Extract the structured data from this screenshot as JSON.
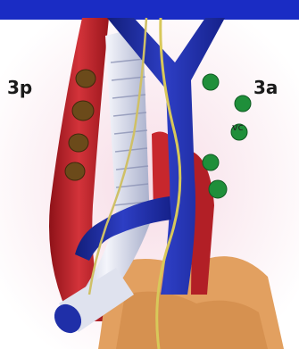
{
  "labels": {
    "left_region": "3p",
    "right_region": "3a",
    "vessel_tag": "vc"
  },
  "colors": {
    "top_bar": "#1a2cc4",
    "veins": "#1f2fa8",
    "arteries": "#c7272d",
    "trachea": "#e6e8f2",
    "nerves": "#d8c85a",
    "tissue": "#e2a060",
    "posterior_nodes": "#6b4a1a",
    "anterior_nodes": "#1f8f3a",
    "background": "#ffffff"
  },
  "icons": [
    "posterior-lymph-node-icon",
    "anterior-lymph-node-icon"
  ]
}
